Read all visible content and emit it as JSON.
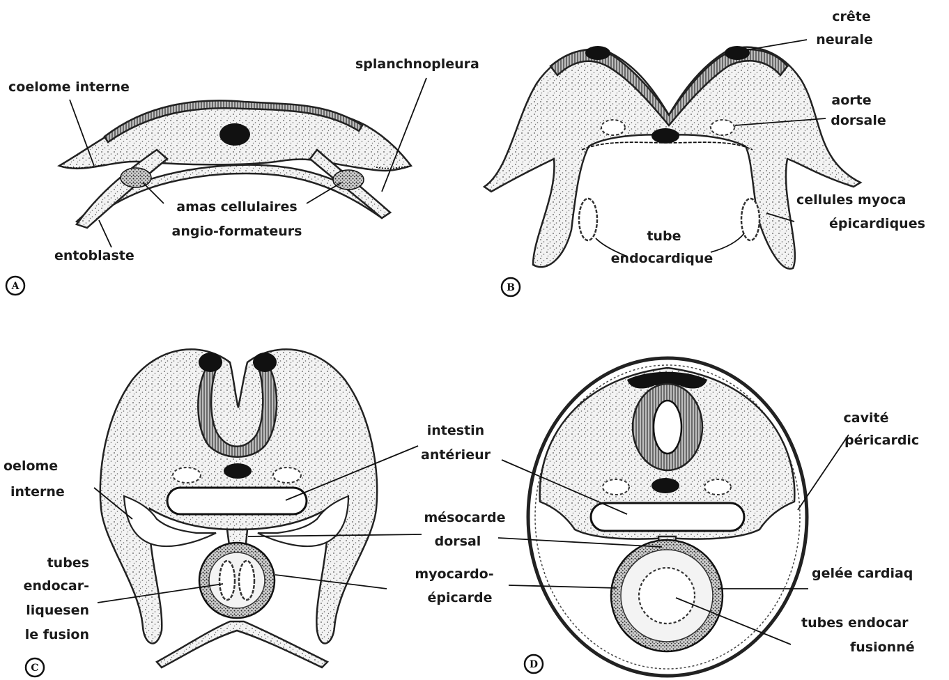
{
  "panels": {
    "A": {
      "letter": "A",
      "labels": {
        "coelome_interne": "coelome interne",
        "splanchnopleura": "splanchnopleura",
        "amas_line1": "amas cellulaires",
        "amas_line2": "angio-formateurs",
        "entoblaste": "entoblaste"
      }
    },
    "B": {
      "letter": "B",
      "labels": {
        "crete_line1": "crête",
        "crete_line2": "neurale",
        "aorte_line1": "aorte",
        "aorte_line2": "dorsale",
        "cellules_line1": "cellules myoca",
        "cellules_line2": "épicardiques",
        "tube_line1": "tube",
        "tube_line2": "endocardique"
      }
    },
    "C": {
      "letter": "C",
      "labels": {
        "coelome_line1": "oelome",
        "coelome_line2": "interne",
        "intestin_line1": "intestin",
        "intestin_line2": "antérieur",
        "mesocarde_line1": "mésocarde",
        "mesocarde_line2": "dorsal",
        "myocardo_line1": "myocardo-",
        "myocardo_line2": "épicarde",
        "tubes_line1": "tubes",
        "tubes_line2": "endocar-",
        "tubes_line3": "liquesen",
        "tubes_line4": "le fusion"
      }
    },
    "D": {
      "letter": "D",
      "labels": {
        "cavite_line1": "cavité",
        "cavite_line2": "péricardic",
        "gelee": "gelée cardiaq",
        "tubes_line1": "tubes endocar",
        "tubes_line2": "fusionné"
      }
    }
  }
}
